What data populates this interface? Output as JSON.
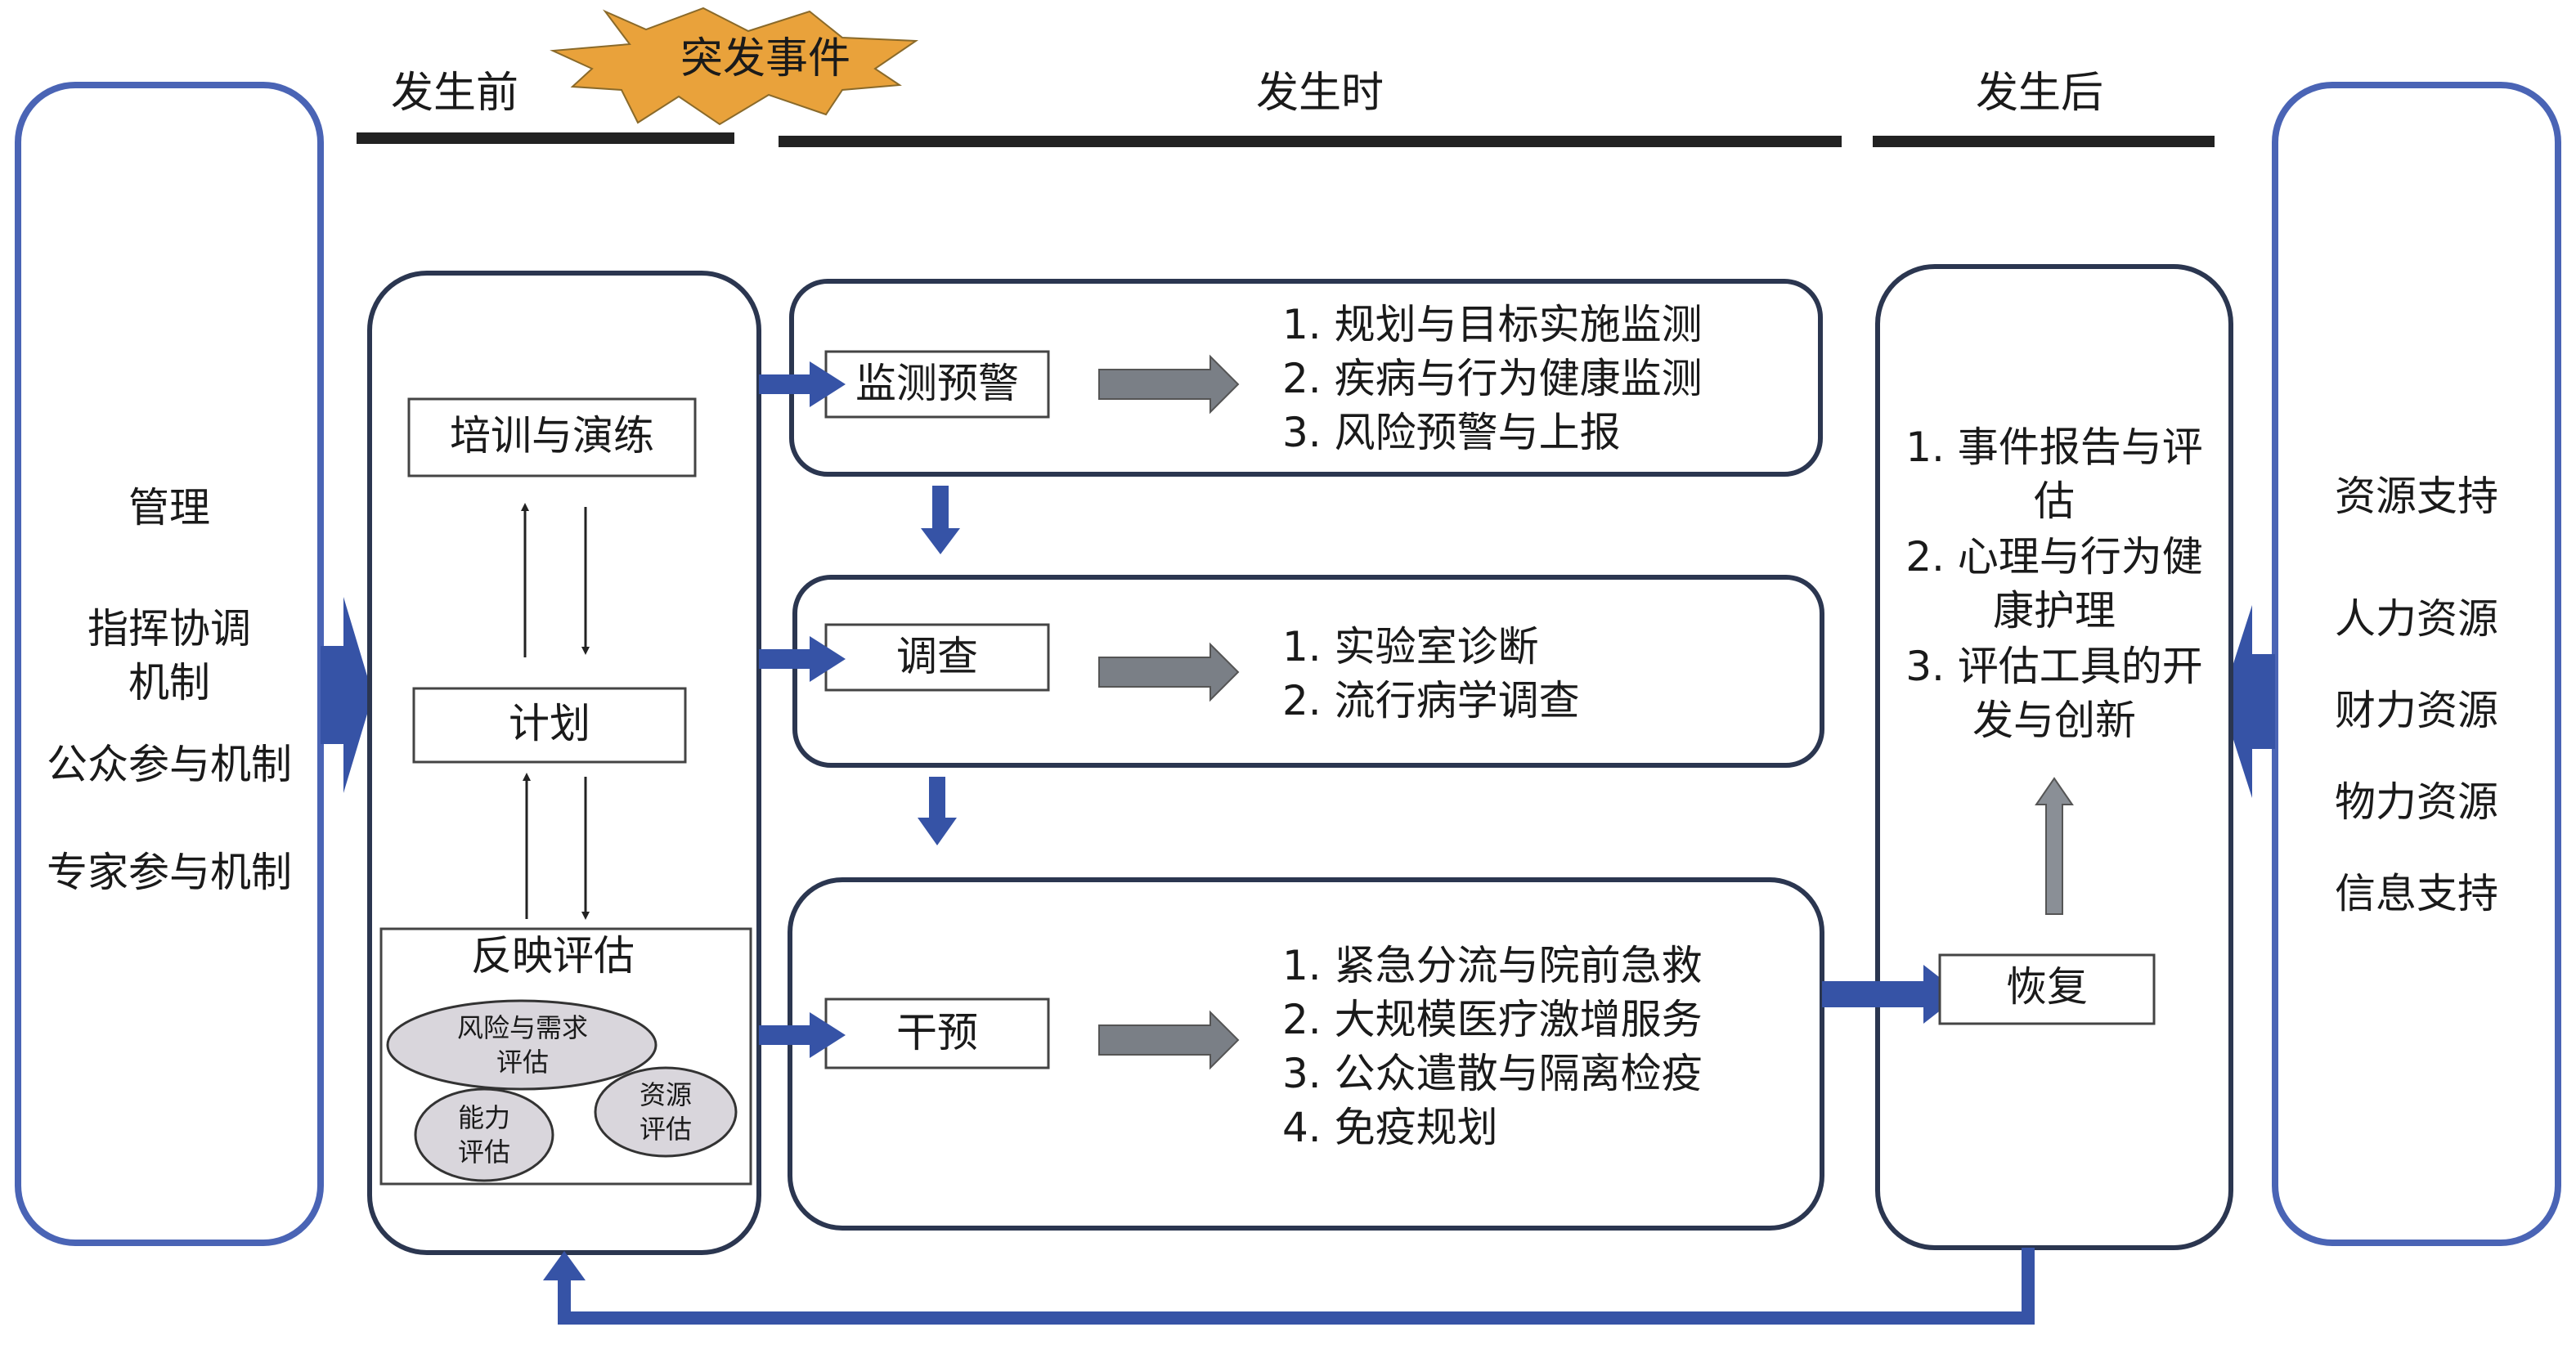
{
  "phases": {
    "before": "发生前",
    "event": "突发事件",
    "during": "发生时",
    "after": "发生后"
  },
  "left_panel": {
    "items": [
      "管理",
      "指挥协调",
      "机制",
      "公众参与机制",
      "专家参与机制"
    ]
  },
  "right_panel": {
    "title": "资源支持",
    "items": [
      "人力资源",
      "财力资源",
      "物力资源",
      "信息支持"
    ]
  },
  "prep_panel": {
    "training": "培训与演练",
    "plan": "计划",
    "evaluation": "反映评估",
    "ovals": {
      "risk": "风险与需求评估",
      "capacity": "能力评估",
      "resource": "资源评估"
    }
  },
  "during": {
    "monitoring": {
      "label": "监测预警",
      "items": [
        "1. 规划与目标实施监测",
        "2. 疾病与行为健康监测",
        "3. 风险预警与上报"
      ]
    },
    "investigation": {
      "label": "调查",
      "items": [
        "1. 实验室诊断",
        "2. 流行病学调查"
      ]
    },
    "intervention": {
      "label": "干预",
      "items": [
        "1. 紧急分流与院前急救",
        "2. 大规模医疗激增服务",
        "3. 公众遣散与隔离检疫",
        "4. 免疫规划"
      ]
    }
  },
  "after": {
    "items": [
      "1. 事件报告与评估",
      "2. 心理与行为健康护理",
      "3. 评估工具的开发与创新"
    ],
    "recovery": "恢复"
  },
  "colors": {
    "frame_blue": "#4a64b5",
    "arrow_blue": "#3653a6",
    "gray_arrow": "#7a7f86",
    "burst_fill": "#e9a23b",
    "oval_fill": "#d9d6dc",
    "box_border": "#2b3650"
  }
}
